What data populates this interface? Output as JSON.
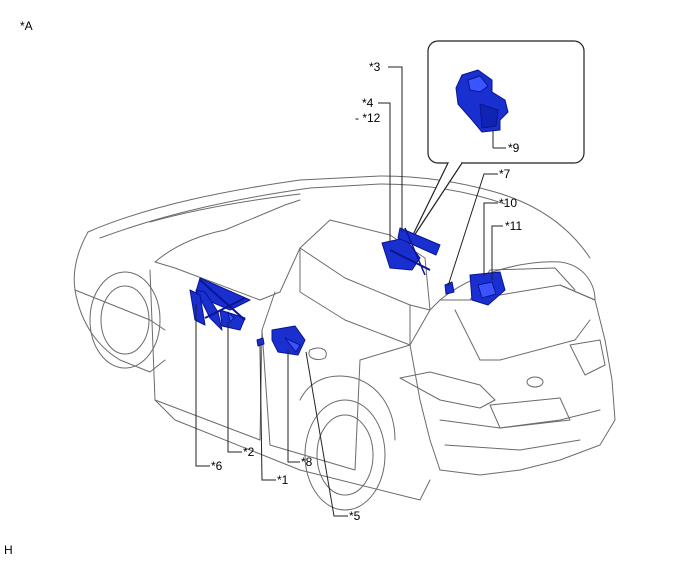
{
  "figure": {
    "id_label": "*A",
    "corner_label": "H",
    "callouts": {
      "c1": "*1",
      "c2": "*2",
      "c3": "*3",
      "c4": "*4",
      "c4_range": "- *12",
      "c5": "*5",
      "c6": "*6",
      "c7": "*7",
      "c8": "*8",
      "c9": "*9",
      "c10": "*10",
      "c11": "*11"
    }
  },
  "colors": {
    "part_fill": "#1a2fd0",
    "part_dark": "#0a1590",
    "line": "#222222",
    "car_line": "#6b6b6b"
  }
}
